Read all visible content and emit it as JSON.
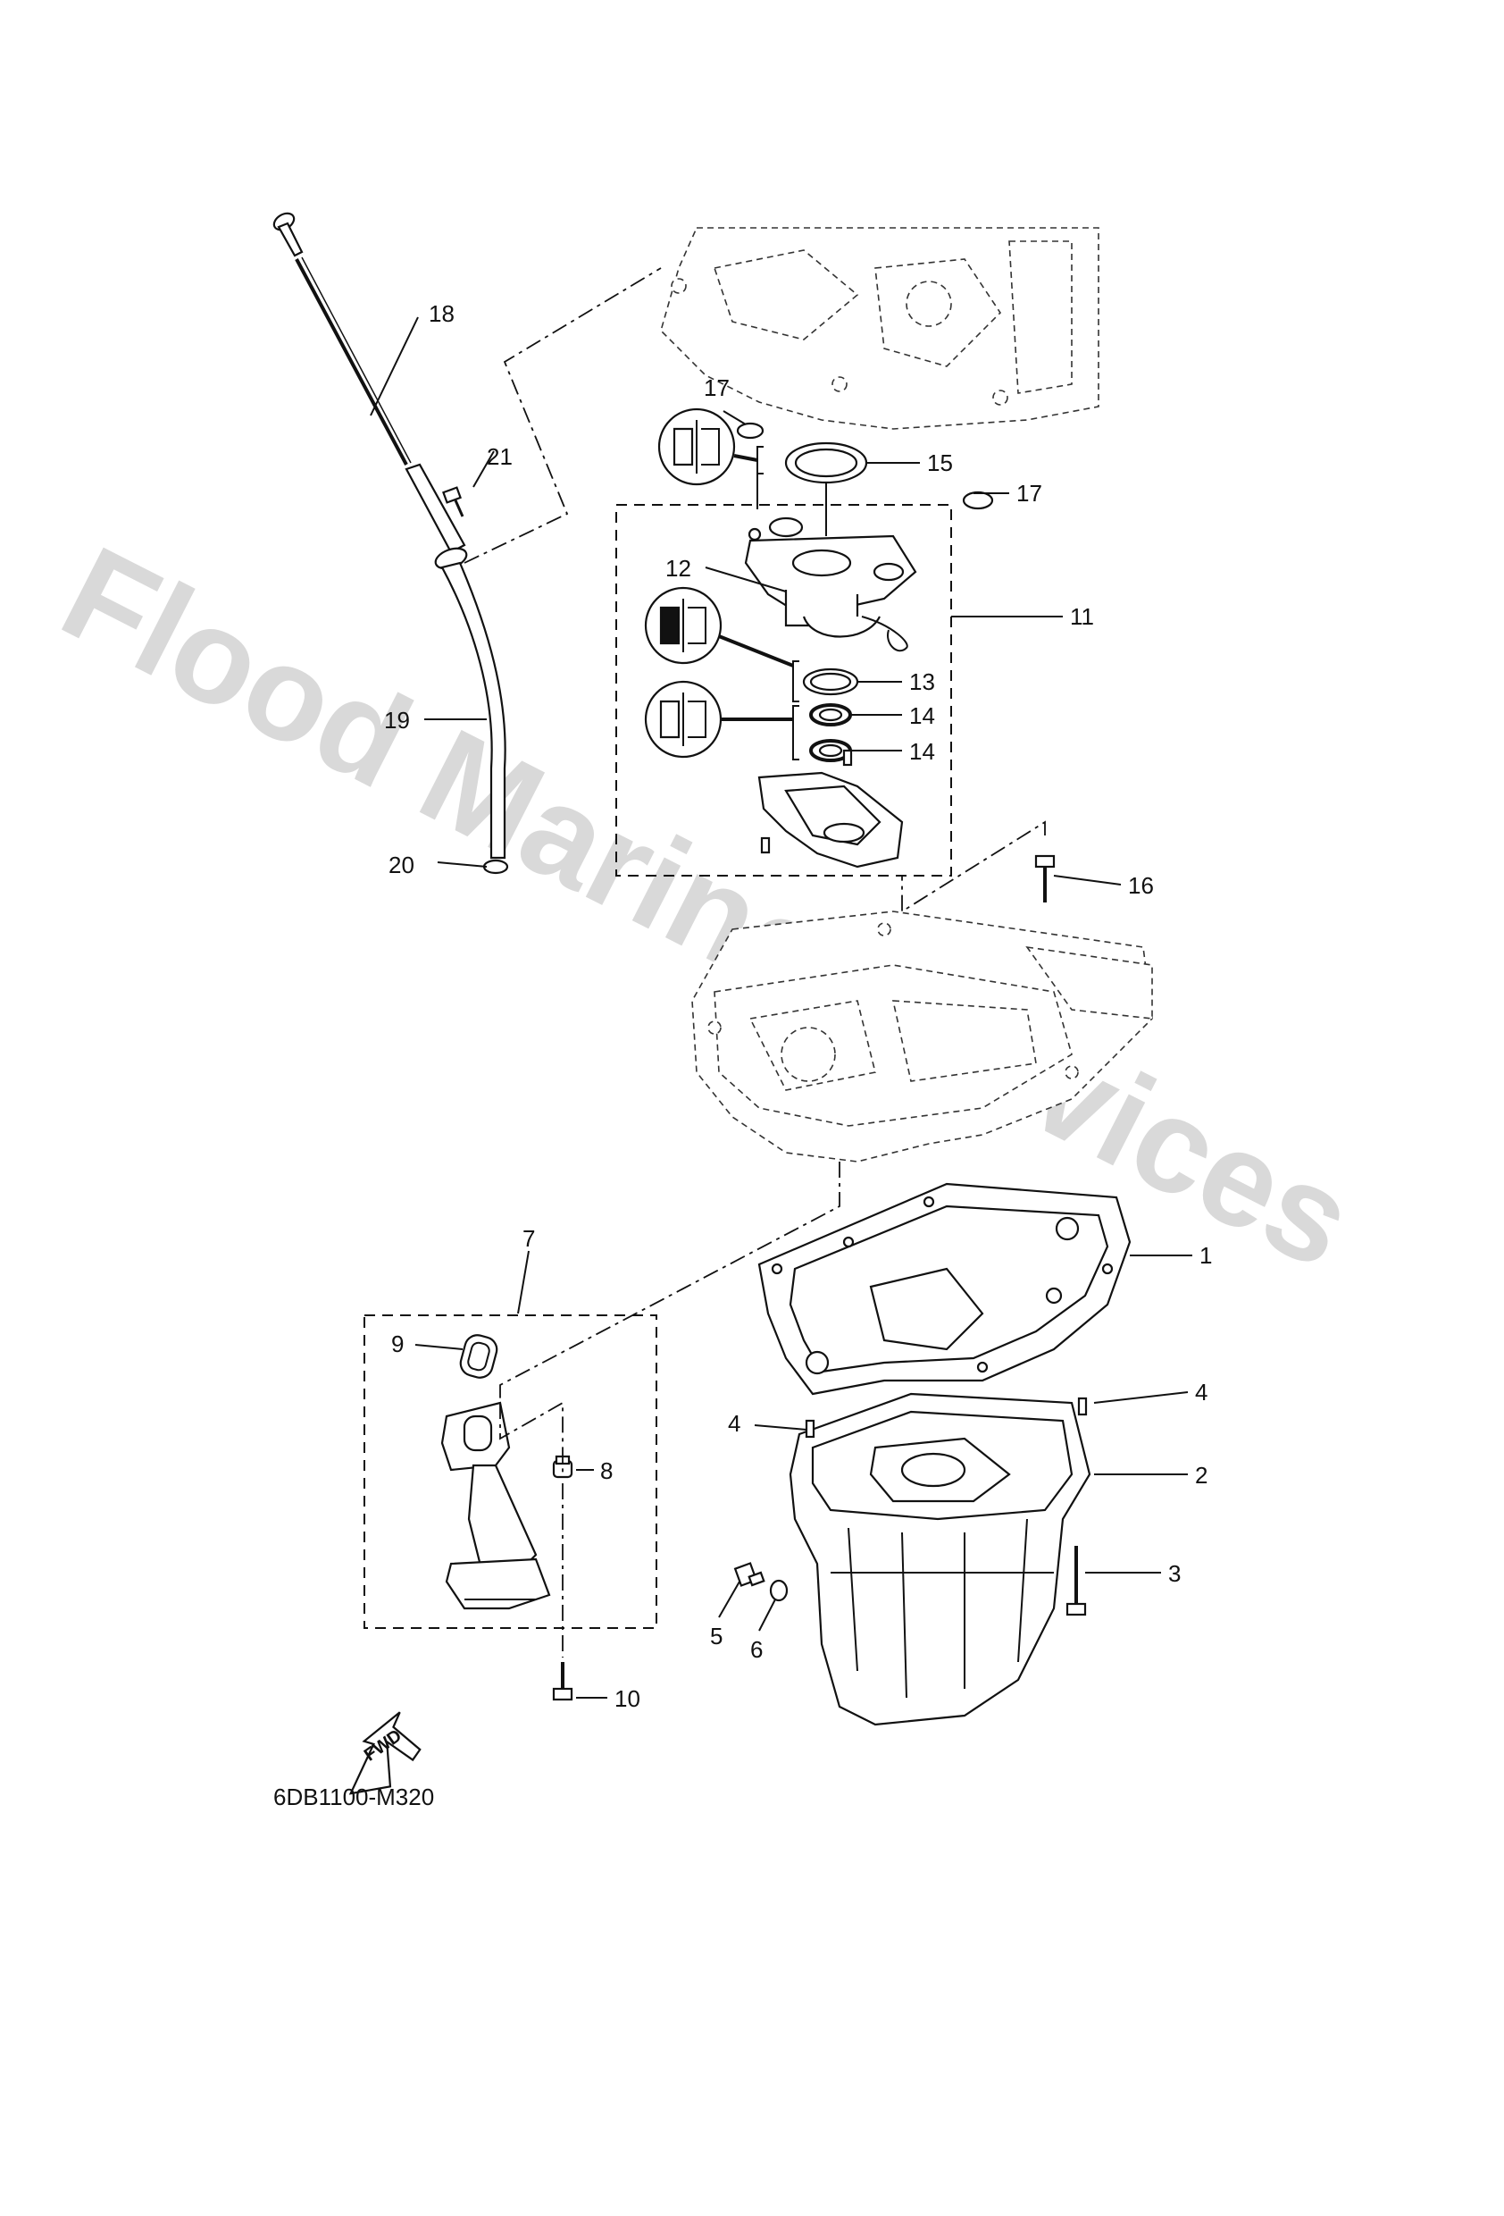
{
  "watermark": "Flood Marine Services",
  "diagram_code": "6DB1100-M320",
  "fwd_label": "FWD",
  "callouts": {
    "c1": "1",
    "c2": "2",
    "c3": "3",
    "c4a": "4",
    "c4b": "4",
    "c5": "5",
    "c6": "6",
    "c7": "7",
    "c8": "8",
    "c9": "9",
    "c10": "10",
    "c11": "11",
    "c12": "12",
    "c13": "13",
    "c14a": "14",
    "c14b": "14",
    "c15": "15",
    "c16": "16",
    "c17a": "17",
    "c17b": "17",
    "c18": "18",
    "c19": "19",
    "c20": "20",
    "c21": "21"
  }
}
